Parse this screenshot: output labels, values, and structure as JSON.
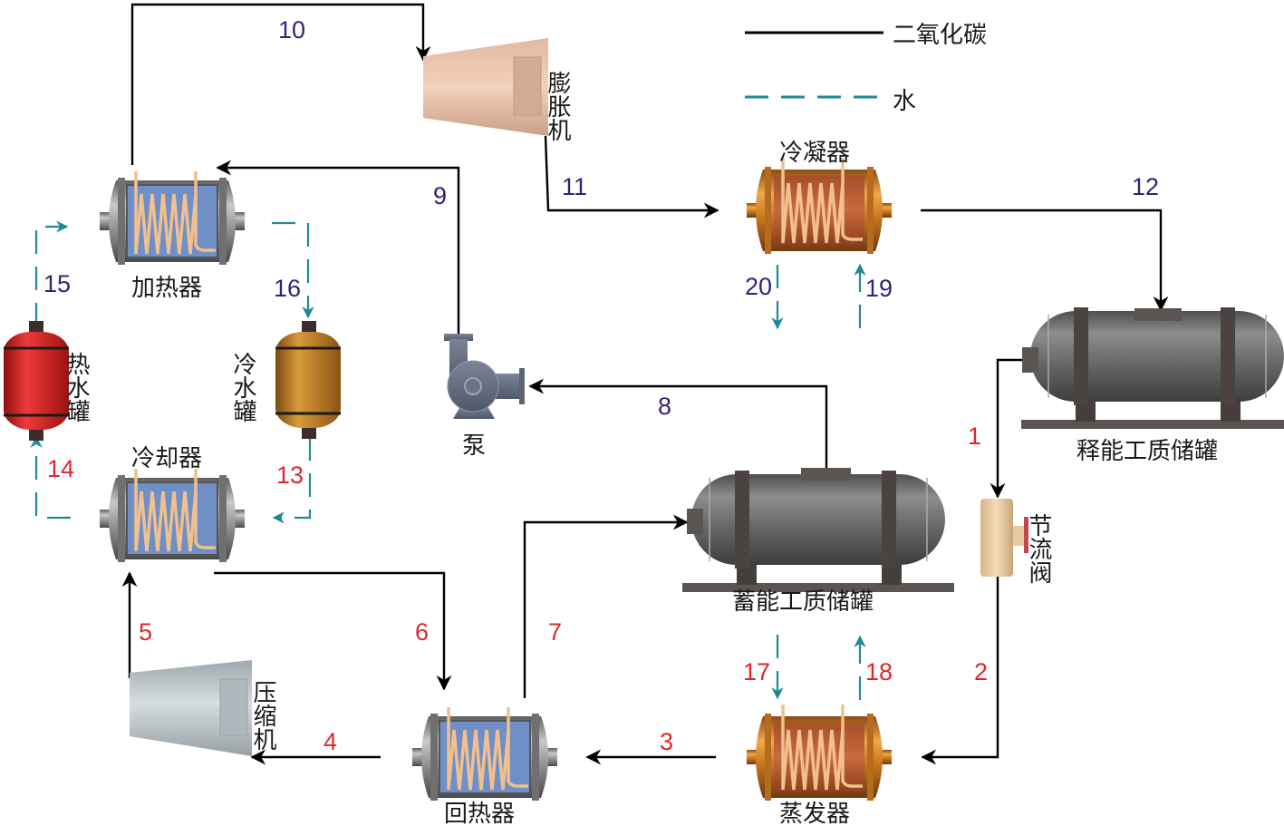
{
  "legend": {
    "co2_label": "二氧化碳",
    "water_label": "水"
  },
  "components": {
    "expander": "膨胀机",
    "condenser": "冷凝器",
    "heater": "加热器",
    "hot_water_tank": "热水罐",
    "cold_water_tank": "冷水罐",
    "cooler": "冷却器",
    "pump": "泵",
    "release_storage_tank": "释能工质储罐",
    "charge_storage_tank": "蓄能工质储罐",
    "throttle_valve": "节流阀",
    "compressor": "压缩机",
    "regenerator": "回热器",
    "evaporator": "蒸发器"
  },
  "state_points": {
    "p1": "1",
    "p2": "2",
    "p3": "3",
    "p4": "4",
    "p5": "5",
    "p6": "6",
    "p7": "7",
    "p8": "8",
    "p9": "9",
    "p10": "10",
    "p11": "11",
    "p12": "12",
    "p13": "13",
    "p14": "14",
    "p15": "15",
    "p16": "16",
    "p17": "17",
    "p18": "18",
    "p19": "19",
    "p20": "20"
  },
  "colors": {
    "charge_point": "#e0262b",
    "release_point": "#2b2579",
    "co2_line": "#000000",
    "water_line": "#1f8a95"
  }
}
